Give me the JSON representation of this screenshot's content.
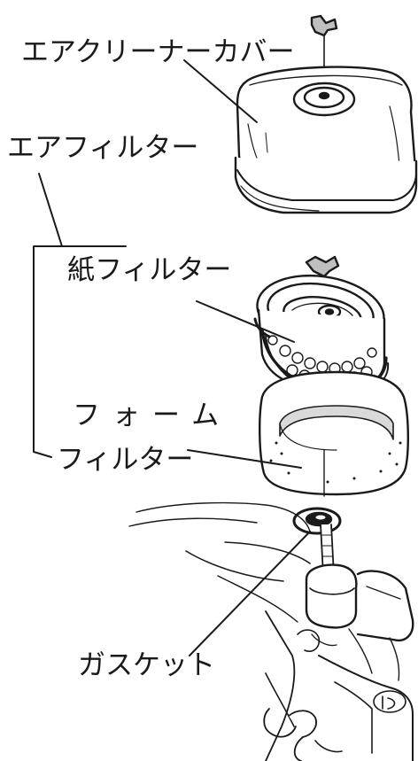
{
  "labels": {
    "air_cleaner_cover": "エアクリーナーカバー",
    "air_filter": "エアフィルター",
    "paper_filter": "紙フィルター",
    "foam_filter_line1": "フォーム",
    "foam_filter_line2": "フィルター",
    "gasket": "ガスケット"
  },
  "colors": {
    "ink": "#1a1a1a",
    "background": "#ffffff",
    "shade": "#d9d9d9"
  }
}
